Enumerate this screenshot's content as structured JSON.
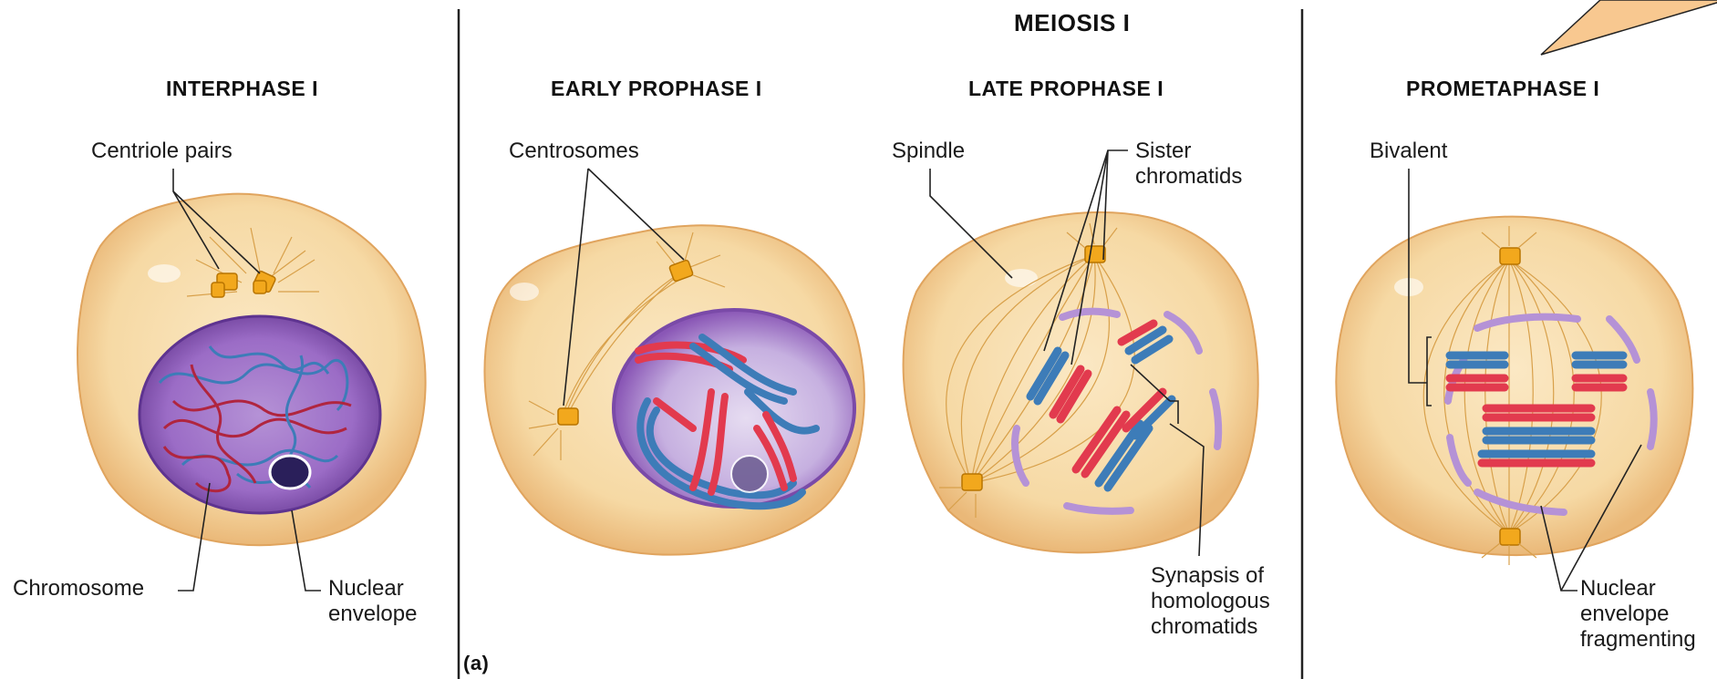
{
  "title": "MEIOSIS I",
  "panel_letter": "(a)",
  "colors": {
    "cytoplasm": "#f6d9a4",
    "cell_edge": "#e0a45e",
    "nucleus": "#8a57b6",
    "nucleus_light": "#b592d6",
    "chromosome_red": "#e23a4e",
    "chromosome_blue": "#3d7cb8",
    "centrosome": "#f2a81d",
    "spindle": "#d8a04a",
    "arrow_fill": "#f8c890"
  },
  "panels": [
    {
      "stage": "INTERPHASE I",
      "labels": {
        "centrioles": "Centriole pairs",
        "chromosome": "Chromosome",
        "envelope": "Nuclear\nenvelope"
      }
    },
    {
      "stage": "EARLY PROPHASE I",
      "labels": {
        "centrosomes": "Centrosomes"
      }
    },
    {
      "stage": "LATE PROPHASE I",
      "labels": {
        "spindle": "Spindle",
        "sisters": "Sister\nchromatids",
        "synapsis": "Synapsis of\nhomologous\nchromatids"
      }
    },
    {
      "stage": "PROMETAPHASE I",
      "labels": {
        "bivalent": "Bivalent",
        "fragmenting": "Nuclear\nenvelope\nfragmenting"
      }
    }
  ]
}
